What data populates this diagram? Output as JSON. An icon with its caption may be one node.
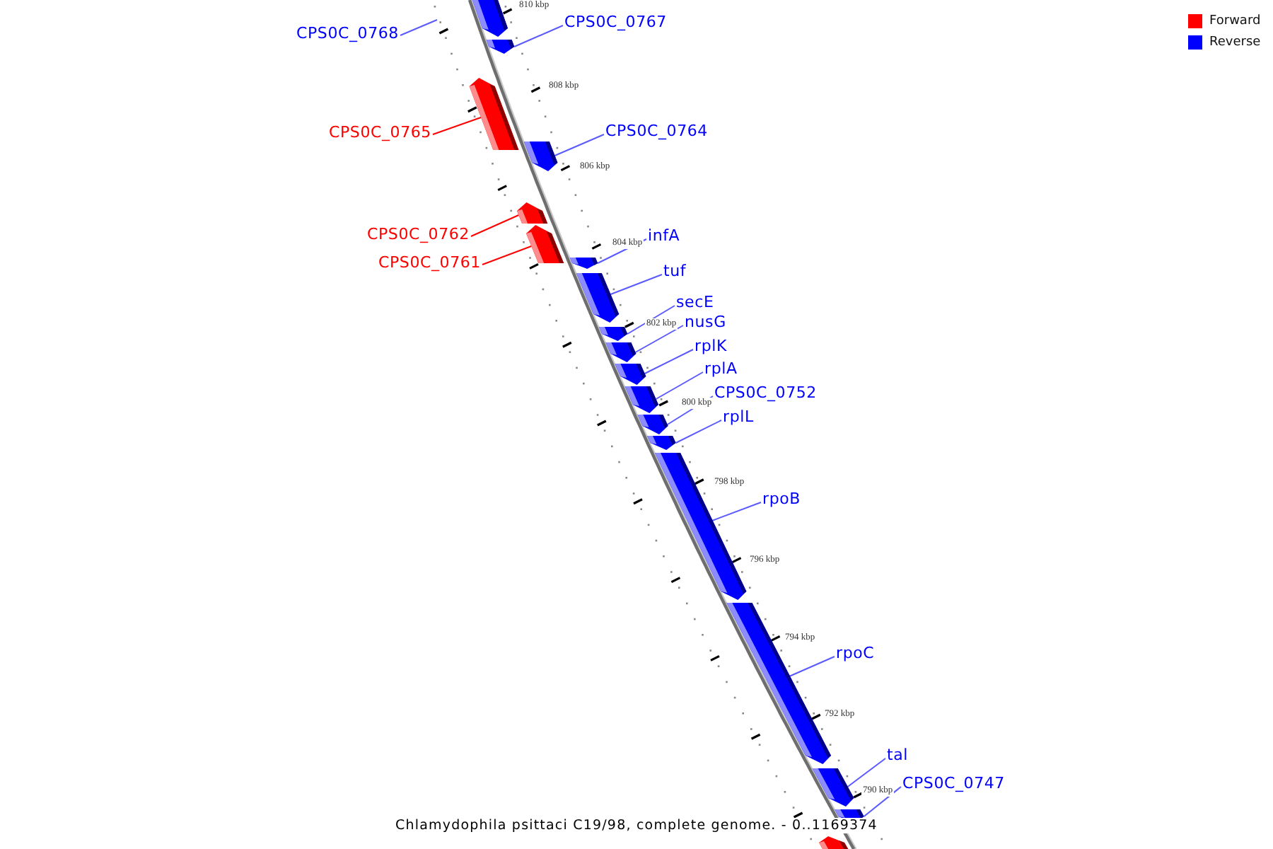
{
  "diagram": {
    "caption": "Chlamydophila psittaci C19/98, complete genome. - 0..1169374",
    "nodes": [
      {
        "text": [
          "CPS0C_0768"
        ]
      },
      {
        "text": [
          "CPS0C_0767"
        ]
      },
      {
        "text": [
          "CPS0C_0765"
        ]
      },
      {
        "text": [
          "CPS0C_0764"
        ]
      },
      {
        "text": [
          "CPS0C_0762"
        ]
      },
      {
        "text": [
          "CPS0C_0761"
        ]
      },
      {
        "text": [
          "infA"
        ]
      },
      {
        "text": [
          "tuf"
        ]
      },
      {
        "text": [
          "secE"
        ]
      },
      {
        "text": [
          "nusG"
        ]
      },
      {
        "text": [
          "rplK"
        ]
      },
      {
        "text": [
          "rplA"
        ]
      },
      {
        "text": [
          "CPS0C_0752"
        ]
      },
      {
        "text": [
          "rplL"
        ]
      },
      {
        "text": [
          "rpoB"
        ]
      },
      {
        "text": [
          "rpoC"
        ]
      },
      {
        "text": [
          "tal"
        ]
      },
      {
        "text": [
          "CPS0C_0747"
        ]
      },
      {
        "text": [],
        "shape": "bar"
      },
      {
        "text": [],
        "shape": "bar"
      },
      {
        "text": [],
        "shape": "bar"
      },
      {
        "text": [],
        "shape": "bar"
      },
      {
        "text": [],
        "shape": "bar"
      },
      {
        "text": [],
        "shape": "bar"
      },
      {
        "text": [],
        "shape": "bar"
      },
      {
        "text": [],
        "shape": "bar"
      },
      {
        "text": [],
        "shape": "bar"
      },
      {
        "text": [],
        "shape": "bar"
      },
      {
        "text": [],
        "shape": "bar"
      },
      {
        "text": [],
        "shape": "bar"
      },
      {
        "text": [],
        "shape": "bar"
      },
      {
        "text": [],
        "shape": "bar"
      },
      {
        "text": [],
        "shape": "bar"
      },
      {
        "text": [],
        "shape": "bar"
      },
      {
        "text": [],
        "shape": "bar"
      },
      {
        "text": [],
        "shape": "bar"
      },
      {
        "text": [],
        "shape": "bar"
      }
    ],
    "edges": [
      {
        "from": 0,
        "to": null,
        "arrow": "none"
      },
      {
        "from": 1,
        "to": 19,
        "arrow": "none"
      },
      {
        "from": 2,
        "to": 20,
        "arrow": "none",
        "color": "#ff0000"
      },
      {
        "from": 3,
        "to": 21,
        "arrow": "none"
      },
      {
        "from": 4,
        "to": 22,
        "arrow": "none",
        "color": "#ff0000"
      },
      {
        "from": 5,
        "to": 23,
        "arrow": "none",
        "color": "#ff0000"
      },
      {
        "from": 6,
        "to": 24,
        "arrow": "none"
      },
      {
        "from": 7,
        "to": 25,
        "arrow": "none"
      },
      {
        "from": 8,
        "to": 26,
        "arrow": "none"
      },
      {
        "from": 9,
        "to": 27,
        "arrow": "none"
      },
      {
        "from": 10,
        "to": 28,
        "arrow": "none"
      },
      {
        "from": 11,
        "to": 29,
        "arrow": "none"
      },
      {
        "from": 12,
        "to": 30,
        "arrow": "none"
      },
      {
        "from": 13,
        "to": 31,
        "arrow": "none"
      },
      {
        "from": 14,
        "to": 32,
        "arrow": "none"
      },
      {
        "from": 15,
        "to": 33,
        "arrow": "none"
      },
      {
        "from": 16,
        "to": 34,
        "arrow": "none"
      },
      {
        "from": 17,
        "to": 35,
        "arrow": "none"
      }
    ],
    "labels": [
      "810 kbp",
      "808 kbp",
      "806 kbp",
      "804 kbp",
      "802 kbp",
      "800 kbp",
      "798 kbp",
      "796 kbp",
      "794 kbp",
      "792 kbp",
      "790 kbp"
    ],
    "legend": [
      {
        "text": "Forward",
        "color": "#ff0000"
      },
      {
        "text": "Reverse",
        "color": "#0000ff"
      }
    ]
  }
}
